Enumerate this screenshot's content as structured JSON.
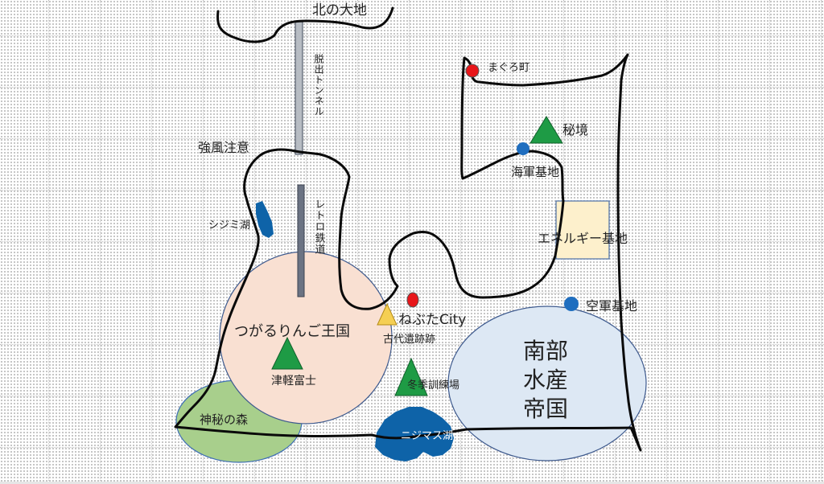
{
  "map": {
    "labels": {
      "north_land": "北の大地",
      "escape_tunnel": "脱出トンネル",
      "strong_wind": "強風注意",
      "shijimi_lake": "シジミ湖",
      "retro_railway": "レトロ鉄道",
      "tsugaru_kingdom": "つがるりんご王国",
      "tsugaru_fuji": "津軽富士",
      "mystery_forest": "神秘の森",
      "ancient_ruins": "古代遺跡跡",
      "nebuta_city": "ねぶたCity",
      "winter_training": "冬季訓練場",
      "nijimasu_lake": "ニジマス湖",
      "maguro_town": "まぐろ町",
      "secret_land": "秘境",
      "naval_base": "海軍基地",
      "energy_base": "エネルギー基地",
      "air_base": "空軍基地",
      "nanbu_line1": "南部",
      "nanbu_line2": "水産",
      "nanbu_line3": "帝国"
    },
    "colors": {
      "tsugaru_fill": "#f9e0d2",
      "nanbu_fill": "#dde8f4",
      "forest_fill": "#a8cf8c",
      "lake_fill": "#0e63a8",
      "mountain_green": "#1e9b45",
      "ruins_yellow": "#f5cf53",
      "energy_fill": "#fdf0cc",
      "red_marker": "#e8161a",
      "blue_marker": "#1f6ebf",
      "tunnel_fill": "#b7bcc3",
      "rail_fill": "#6b7383",
      "outline": "#0a0a0a"
    }
  }
}
